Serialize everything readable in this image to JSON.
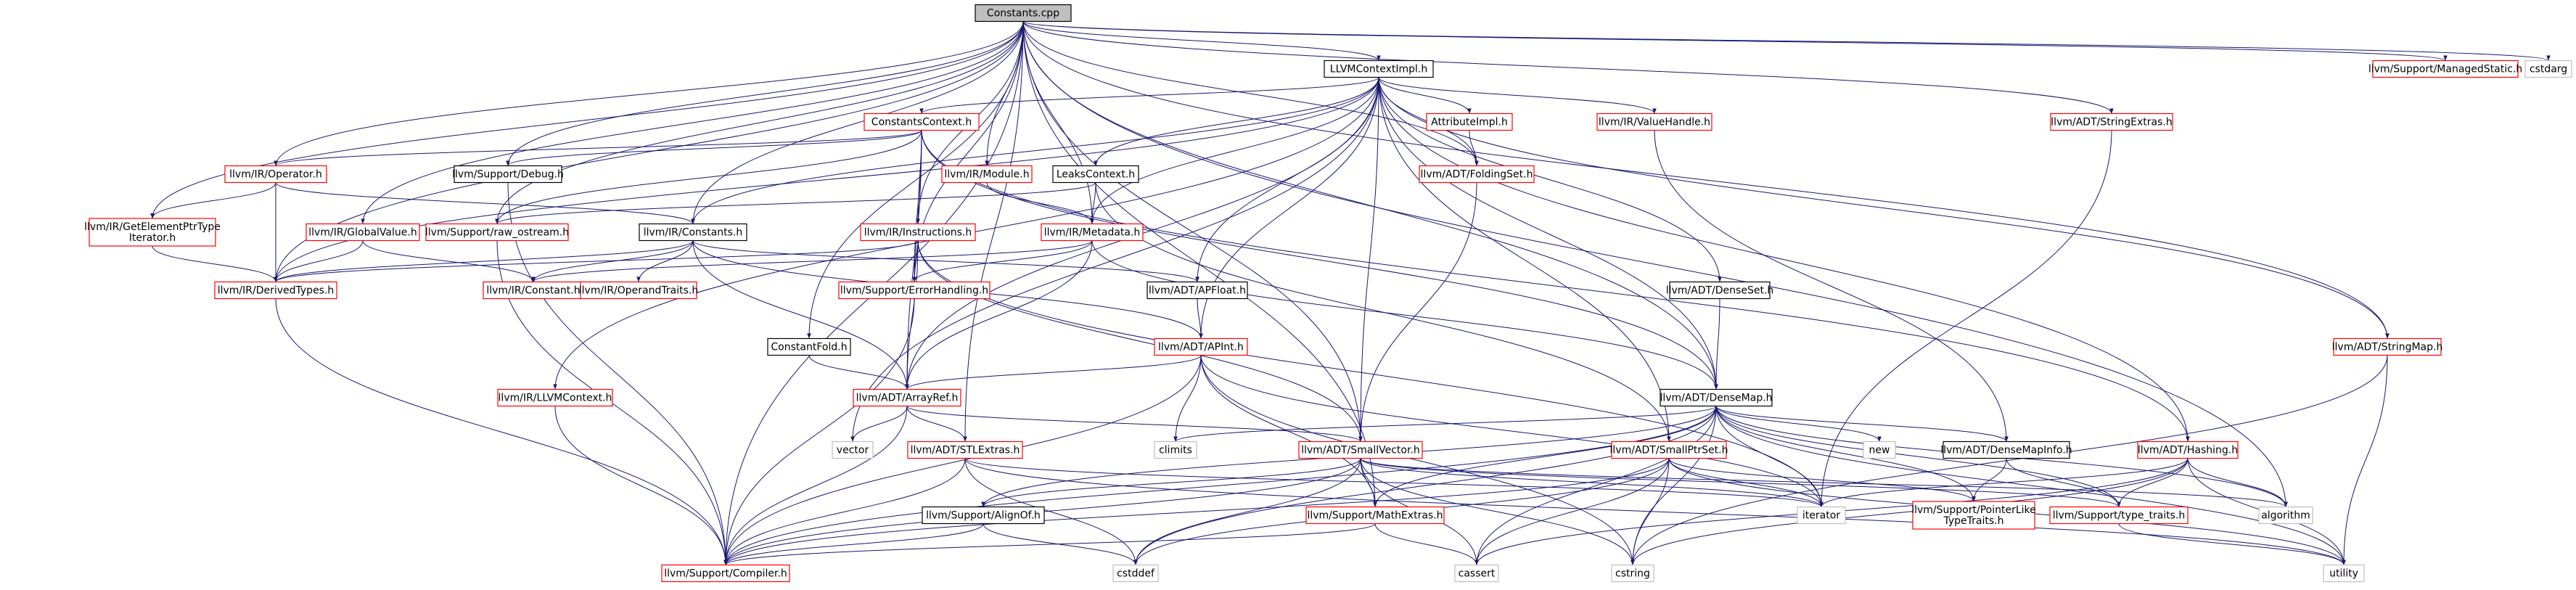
{
  "colors": {
    "edge": "#191970",
    "text": "#000000",
    "stroke_normal": "#000000",
    "stroke_red": "#ff0000",
    "stroke_gray": "#bfbfbf",
    "fill_root": "#bfbfbf",
    "fill_default": "#ffffff"
  },
  "nodes": [
    {
      "id": "root",
      "lines": [
        "Constants.cpp"
      ],
      "style": "root"
    },
    {
      "id": "managedstatic",
      "lines": [
        "llvm/Support/ManagedStatic.h"
      ],
      "style": "red"
    },
    {
      "id": "cstdarg",
      "lines": [
        "cstdarg"
      ],
      "style": "gray"
    },
    {
      "id": "llvmctximpl",
      "lines": [
        "LLVMContextImpl.h"
      ],
      "style": "normal"
    },
    {
      "id": "constantsctx",
      "lines": [
        "ConstantsContext.h"
      ],
      "style": "red"
    },
    {
      "id": "attributeimpl",
      "lines": [
        "AttributeImpl.h"
      ],
      "style": "red"
    },
    {
      "id": "valuehandle",
      "lines": [
        "llvm/IR/ValueHandle.h"
      ],
      "style": "red"
    },
    {
      "id": "stringextras",
      "lines": [
        "llvm/ADT/StringExtras.h"
      ],
      "style": "red"
    },
    {
      "id": "operator",
      "lines": [
        "llvm/IR/Operator.h"
      ],
      "style": "red"
    },
    {
      "id": "debug",
      "lines": [
        "llvm/Support/Debug.h"
      ],
      "style": "normal"
    },
    {
      "id": "module",
      "lines": [
        "llvm/IR/Module.h"
      ],
      "style": "red"
    },
    {
      "id": "leaksctx",
      "lines": [
        "LeaksContext.h"
      ],
      "style": "normal"
    },
    {
      "id": "foldingset",
      "lines": [
        "llvm/ADT/FoldingSet.h"
      ],
      "style": "red"
    },
    {
      "id": "gep",
      "lines": [
        "llvm/IR/GetElementPtrType",
        "Iterator.h"
      ],
      "style": "red"
    },
    {
      "id": "globalvalue",
      "lines": [
        "llvm/IR/GlobalValue.h"
      ],
      "style": "red"
    },
    {
      "id": "rawostream",
      "lines": [
        "llvm/Support/raw_ostream.h"
      ],
      "style": "red"
    },
    {
      "id": "irconstants",
      "lines": [
        "llvm/IR/Constants.h"
      ],
      "style": "normal"
    },
    {
      "id": "instructions",
      "lines": [
        "llvm/IR/Instructions.h"
      ],
      "style": "red"
    },
    {
      "id": "metadata",
      "lines": [
        "llvm/IR/Metadata.h"
      ],
      "style": "red"
    },
    {
      "id": "derivedtypes",
      "lines": [
        "llvm/IR/DerivedTypes.h"
      ],
      "style": "red"
    },
    {
      "id": "irconstant",
      "lines": [
        "llvm/IR/Constant.h"
      ],
      "style": "red"
    },
    {
      "id": "operandtraits",
      "lines": [
        "llvm/IR/OperandTraits.h"
      ],
      "style": "red"
    },
    {
      "id": "errorhandling",
      "lines": [
        "llvm/Support/ErrorHandling.h"
      ],
      "style": "red"
    },
    {
      "id": "apfloat",
      "lines": [
        "llvm/ADT/APFloat.h"
      ],
      "style": "normal"
    },
    {
      "id": "denseset",
      "lines": [
        "llvm/ADT/DenseSet.h"
      ],
      "style": "normal"
    },
    {
      "id": "stringmap",
      "lines": [
        "llvm/ADT/StringMap.h"
      ],
      "style": "red"
    },
    {
      "id": "constantfold",
      "lines": [
        "ConstantFold.h"
      ],
      "style": "normal"
    },
    {
      "id": "apint",
      "lines": [
        "llvm/ADT/APInt.h"
      ],
      "style": "red"
    },
    {
      "id": "densemap",
      "lines": [
        "llvm/ADT/DenseMap.h"
      ],
      "style": "normal"
    },
    {
      "id": "llvmcontext",
      "lines": [
        "llvm/IR/LLVMContext.h"
      ],
      "style": "red"
    },
    {
      "id": "arrayref",
      "lines": [
        "llvm/ADT/ArrayRef.h"
      ],
      "style": "red"
    },
    {
      "id": "vector",
      "lines": [
        "vector"
      ],
      "style": "gray"
    },
    {
      "id": "climits",
      "lines": [
        "climits"
      ],
      "style": "gray"
    },
    {
      "id": "new",
      "lines": [
        "new"
      ],
      "style": "gray"
    },
    {
      "id": "stlextras",
      "lines": [
        "llvm/ADT/STLExtras.h"
      ],
      "style": "red"
    },
    {
      "id": "smallvector",
      "lines": [
        "llvm/ADT/SmallVector.h"
      ],
      "style": "red"
    },
    {
      "id": "smallptrset",
      "lines": [
        "llvm/ADT/SmallPtrSet.h"
      ],
      "style": "red"
    },
    {
      "id": "densemapinfo",
      "lines": [
        "llvm/ADT/DenseMapInfo.h"
      ],
      "style": "normal"
    },
    {
      "id": "hashing",
      "lines": [
        "llvm/ADT/Hashing.h"
      ],
      "style": "red"
    },
    {
      "id": "alignof",
      "lines": [
        "llvm/Support/AlignOf.h"
      ],
      "style": "normal"
    },
    {
      "id": "mathextras",
      "lines": [
        "llvm/Support/MathExtras.h"
      ],
      "style": "red"
    },
    {
      "id": "iterator",
      "lines": [
        "iterator"
      ],
      "style": "gray"
    },
    {
      "id": "pointerlike",
      "lines": [
        "llvm/Support/PointerLike",
        "TypeTraits.h"
      ],
      "style": "red"
    },
    {
      "id": "typetraits",
      "lines": [
        "llvm/Support/type_traits.h"
      ],
      "style": "red"
    },
    {
      "id": "algorithm",
      "lines": [
        "algorithm"
      ],
      "style": "gray"
    },
    {
      "id": "compiler",
      "lines": [
        "llvm/Support/Compiler.h"
      ],
      "style": "red"
    },
    {
      "id": "cstddef",
      "lines": [
        "cstddef"
      ],
      "style": "gray"
    },
    {
      "id": "cassert",
      "lines": [
        "cassert"
      ],
      "style": "gray"
    },
    {
      "id": "cstring",
      "lines": [
        "cstring"
      ],
      "style": "gray"
    },
    {
      "id": "utility",
      "lines": [
        "utility"
      ],
      "style": "gray"
    }
  ],
  "edges": [
    [
      "root",
      "managedstatic"
    ],
    [
      "root",
      "cstdarg"
    ],
    [
      "root",
      "llvmctximpl"
    ],
    [
      "root",
      "stringextras"
    ],
    [
      "root",
      "operator"
    ],
    [
      "root",
      "debug"
    ],
    [
      "root",
      "module"
    ],
    [
      "root",
      "gep"
    ],
    [
      "root",
      "globalvalue"
    ],
    [
      "root",
      "rawostream"
    ],
    [
      "root",
      "irconstants"
    ],
    [
      "root",
      "instructions"
    ],
    [
      "root",
      "derivedtypes"
    ],
    [
      "root",
      "errorhandling"
    ],
    [
      "root",
      "constantfold"
    ],
    [
      "root",
      "stringmap"
    ],
    [
      "root",
      "densemap"
    ],
    [
      "root",
      "stlextras"
    ],
    [
      "root",
      "smallvector"
    ],
    [
      "root",
      "mathextras"
    ],
    [
      "root",
      "compiler"
    ],
    [
      "root",
      "algorithm"
    ],
    [
      "root",
      "metadata"
    ],
    [
      "root",
      "foldingset"
    ],
    [
      "llvmctximpl",
      "constantsctx"
    ],
    [
      "llvmctximpl",
      "attributeimpl"
    ],
    [
      "llvmctximpl",
      "valuehandle"
    ],
    [
      "llvmctximpl",
      "leaksctx"
    ],
    [
      "llvmctximpl",
      "foldingset"
    ],
    [
      "llvmctximpl",
      "stringmap"
    ],
    [
      "llvmctximpl",
      "irconstants"
    ],
    [
      "llvmctximpl",
      "metadata"
    ],
    [
      "llvmctximpl",
      "apfloat"
    ],
    [
      "llvmctximpl",
      "apint"
    ],
    [
      "llvmctximpl",
      "densemap"
    ],
    [
      "llvmctximpl",
      "denseset"
    ],
    [
      "llvmctximpl",
      "hashing"
    ],
    [
      "llvmctximpl",
      "smallptrset"
    ],
    [
      "llvmctximpl",
      "smallvector"
    ],
    [
      "llvmctximpl",
      "llvmcontext"
    ],
    [
      "llvmctximpl",
      "derivedtypes"
    ],
    [
      "llvmctximpl",
      "arrayref"
    ],
    [
      "llvmctximpl",
      "vector"
    ],
    [
      "constantsctx",
      "operator"
    ],
    [
      "constantsctx",
      "debug"
    ],
    [
      "constantsctx",
      "rawostream"
    ],
    [
      "constantsctx",
      "instructions"
    ],
    [
      "constantsctx",
      "errorhandling"
    ],
    [
      "constantsctx",
      "densemap"
    ],
    [
      "constantsctx",
      "hashing"
    ],
    [
      "constantsctx",
      "arrayref"
    ],
    [
      "attributeimpl",
      "foldingset"
    ],
    [
      "valuehandle",
      "densemapinfo"
    ],
    [
      "stringextras",
      "iterator"
    ],
    [
      "operator",
      "gep"
    ],
    [
      "operator",
      "derivedtypes"
    ],
    [
      "operator",
      "irconstants"
    ],
    [
      "debug",
      "compiler"
    ],
    [
      "module",
      "metadata"
    ],
    [
      "leaksctx",
      "rawostream"
    ],
    [
      "leaksctx",
      "metadata"
    ],
    [
      "leaksctx",
      "smallptrset"
    ],
    [
      "foldingset",
      "smallvector"
    ],
    [
      "gep",
      "derivedtypes"
    ],
    [
      "globalvalue",
      "derivedtypes"
    ],
    [
      "globalvalue",
      "irconstant"
    ],
    [
      "rawostream",
      "compiler"
    ],
    [
      "irconstants",
      "irconstant"
    ],
    [
      "irconstants",
      "operandtraits"
    ],
    [
      "irconstants",
      "apint"
    ],
    [
      "irconstants",
      "apfloat"
    ],
    [
      "irconstants",
      "arrayref"
    ],
    [
      "irconstants",
      "derivedtypes"
    ],
    [
      "instructions",
      "derivedtypes"
    ],
    [
      "instructions",
      "errorhandling"
    ],
    [
      "instructions",
      "arrayref"
    ],
    [
      "instructions",
      "smallvector"
    ],
    [
      "instructions",
      "iterator"
    ],
    [
      "metadata",
      "errorhandling"
    ],
    [
      "metadata",
      "arrayref"
    ],
    [
      "metadata",
      "densemap"
    ],
    [
      "metadata",
      "irconstant"
    ],
    [
      "derivedtypes",
      "compiler"
    ],
    [
      "errorhandling",
      "compiler"
    ],
    [
      "apfloat",
      "apint"
    ],
    [
      "denseset",
      "densemap"
    ],
    [
      "stringmap",
      "cstring"
    ],
    [
      "stringmap",
      "utility"
    ],
    [
      "constantfold",
      "arrayref"
    ],
    [
      "apint",
      "arrayref"
    ],
    [
      "apint",
      "mathextras"
    ],
    [
      "apint",
      "climits"
    ],
    [
      "apint",
      "cstring"
    ],
    [
      "apint",
      "compiler"
    ],
    [
      "apint",
      "iterator"
    ],
    [
      "densemap",
      "densemapinfo"
    ],
    [
      "densemap",
      "mathextras"
    ],
    [
      "densemap",
      "pointerlike"
    ],
    [
      "densemap",
      "typetraits"
    ],
    [
      "densemap",
      "algorithm"
    ],
    [
      "densemap",
      "iterator"
    ],
    [
      "densemap",
      "new"
    ],
    [
      "densemap",
      "utility"
    ],
    [
      "densemap",
      "cassert"
    ],
    [
      "densemap",
      "cstddef"
    ],
    [
      "densemap",
      "cstring"
    ],
    [
      "densemap",
      "climits"
    ],
    [
      "densemap",
      "alignof"
    ],
    [
      "densemap",
      "compiler"
    ],
    [
      "llvmcontext",
      "compiler"
    ],
    [
      "arrayref",
      "smallvector"
    ],
    [
      "arrayref",
      "stlextras"
    ],
    [
      "arrayref",
      "vector"
    ],
    [
      "arrayref",
      "compiler"
    ],
    [
      "stlextras",
      "compiler"
    ],
    [
      "stlextras",
      "cstddef"
    ],
    [
      "stlextras",
      "iterator"
    ],
    [
      "stlextras",
      "utility"
    ],
    [
      "smallvector",
      "alignof"
    ],
    [
      "smallvector",
      "compiler"
    ],
    [
      "smallvector",
      "mathextras"
    ],
    [
      "smallvector",
      "typetraits"
    ],
    [
      "smallvector",
      "algorithm"
    ],
    [
      "smallvector",
      "cassert"
    ],
    [
      "smallvector",
      "cstddef"
    ],
    [
      "smallvector",
      "cstring"
    ],
    [
      "smallvector",
      "iterator"
    ],
    [
      "smallptrset",
      "compiler"
    ],
    [
      "smallptrset",
      "dataidx_placeholder"
    ],
    [
      "smallptrset",
      "pointerlike"
    ],
    [
      "smallptrset",
      "cassert"
    ],
    [
      "smallptrset",
      "cstddef"
    ],
    [
      "smallptrset",
      "cstring"
    ],
    [
      "smallptrset",
      "iterator"
    ],
    [
      "smallptrset",
      "utility"
    ],
    [
      "densemapinfo",
      "pointerlike"
    ],
    [
      "densemapinfo",
      "typetraits"
    ],
    [
      "hashing",
      "typetraits"
    ],
    [
      "hashing",
      "algorithm"
    ],
    [
      "hashing",
      "cassert"
    ],
    [
      "hashing",
      "cstring"
    ],
    [
      "hashing",
      "iterator"
    ],
    [
      "hashing",
      "utility"
    ],
    [
      "alignof",
      "compiler"
    ],
    [
      "alignof",
      "cstddef"
    ],
    [
      "mathextras",
      "compiler"
    ],
    [
      "mathextras",
      "cassert"
    ],
    [
      "typetraits",
      "utility"
    ]
  ]
}
